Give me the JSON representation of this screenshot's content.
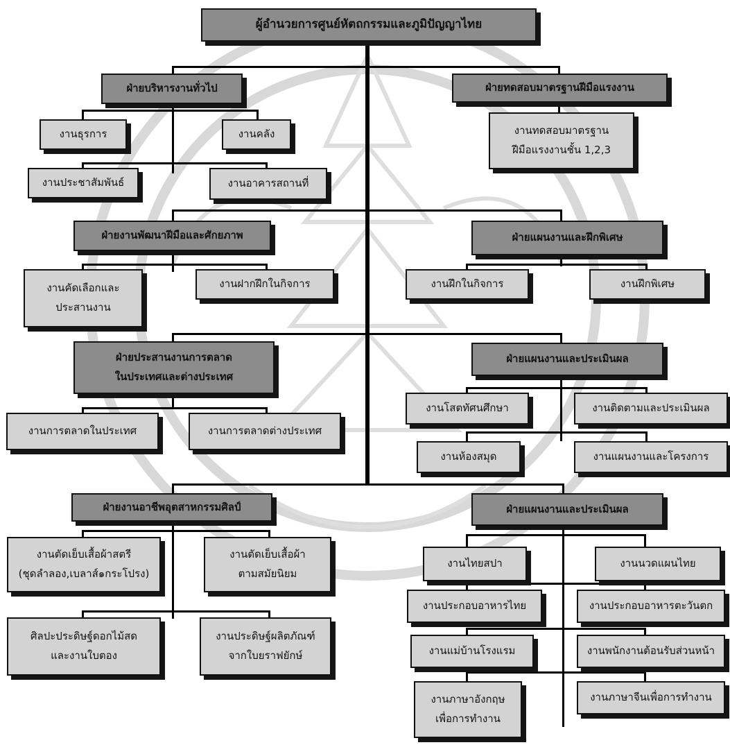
{
  "director": "ผู้อำนวยการศูนย์หัตถกรรมและภูมิปัญญาไทย",
  "admin": {
    "title": "ฝ่ายบริหารงานทั่วไป",
    "units": [
      "งานธุรการ",
      "งานคลัง",
      "งานประชาสัมพันธ์",
      "งานอาคารสถานที่"
    ]
  },
  "testing": {
    "title": "ฝ่ายทดสอบมาตรฐานฝีมือแรงงาน",
    "units": [
      "งานทดสอบมาตรฐาน\nฝีมือแรงงานชั้น  1,2,3"
    ]
  },
  "skill_dev": {
    "title": "ฝ่ายงานพัฒนาฝีมือและศักยภาพ",
    "units": [
      "งานคัดเลือกและ\nประสานงาน",
      "งานฝากฝึกในกิจการ"
    ]
  },
  "training_plan": {
    "title": "ฝ่ายแผนงานและฝึกพิเศษ",
    "units": [
      "งานฝึกในกิจการ",
      "งานฝึกพิเศษ"
    ]
  },
  "marketing": {
    "title": "ฝ่ายประสานงานการตลาด\nในประเทศและต่างประเทศ",
    "units": [
      "งานการตลาดในประเทศ",
      "งานการตลาดต่างประเทศ"
    ]
  },
  "eval_plan": {
    "title": "ฝ่ายแผนงานและประเมินผล",
    "units": [
      "งานโสตทัศนศึกษา",
      "งานติดตามและประเมินผล",
      "งานห้องสมุด",
      "งานแผนงานและโครงการ"
    ]
  },
  "craft": {
    "title": "ฝ่ายงานอาชีพอุตสาหกรรมศิลป์",
    "units": [
      "งานตัดเย็บเสื้อผ้าสตรี\n(ชุดลำลอง,เบลาส์๑กระโปรง)",
      "งานตัดเย็บเสื้อผ้า\nตามสมัยนิยม",
      "ศิลปะประดิษฐ์ดอกไม้สด\nและงานใบตอง",
      "งานประดิษฐ์ผลิตภัณฑ์\nจากใบยราฟยักษ์"
    ]
  },
  "service": {
    "title": "ฝ่ายแผนงานและประเมินผล",
    "units": [
      "งานไทยสปา",
      "งานนวดแผนไทย",
      "งานประกอบอาหารไทย",
      "งานประกอบอาหารตะวันตก",
      "งานแม่บ้านโรงแรม",
      "งานพนักงานต้อนรับส่วนหน้า",
      "งานภาษาอังกฤษ\nเพื่อการทำงาน",
      "งานภาษาจีนเพื่อการทำงาน"
    ]
  },
  "colors": {
    "dept_fill": "#8c8c8c",
    "unit_fill": "#d3d3d3",
    "line": "#000000",
    "watermark": "#d6d6d6"
  }
}
